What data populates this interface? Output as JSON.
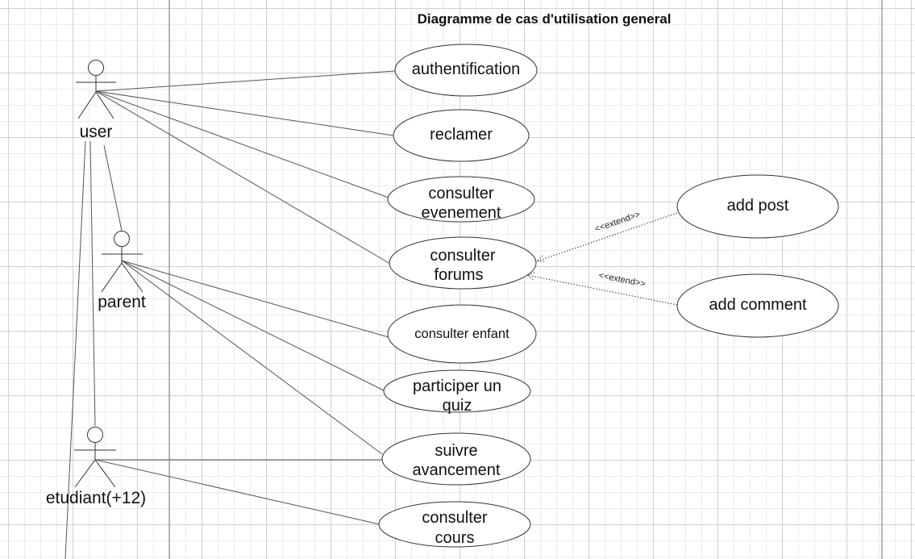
{
  "title": "Diagramme de cas d'utilisation general",
  "actors": {
    "user": "user",
    "parent": "parent",
    "etudiant": "etudiant(+12)"
  },
  "use_cases": {
    "authentification": [
      "authentification"
    ],
    "reclamer": [
      "reclamer"
    ],
    "consulter_evenement": [
      "consulter",
      "evenement"
    ],
    "consulter_forums": [
      "consulter",
      "forums"
    ],
    "consulter_enfant": [
      "consulter enfant"
    ],
    "participer_quiz": [
      "participer un",
      "quiz"
    ],
    "suivre_avancement": [
      "suivre",
      "avancement"
    ],
    "consulter_cours": [
      "consulter",
      "cours"
    ],
    "add_post": [
      "add post"
    ],
    "add_comment": [
      "add comment"
    ]
  },
  "relations": {
    "extend_label": "<<extend>>"
  }
}
